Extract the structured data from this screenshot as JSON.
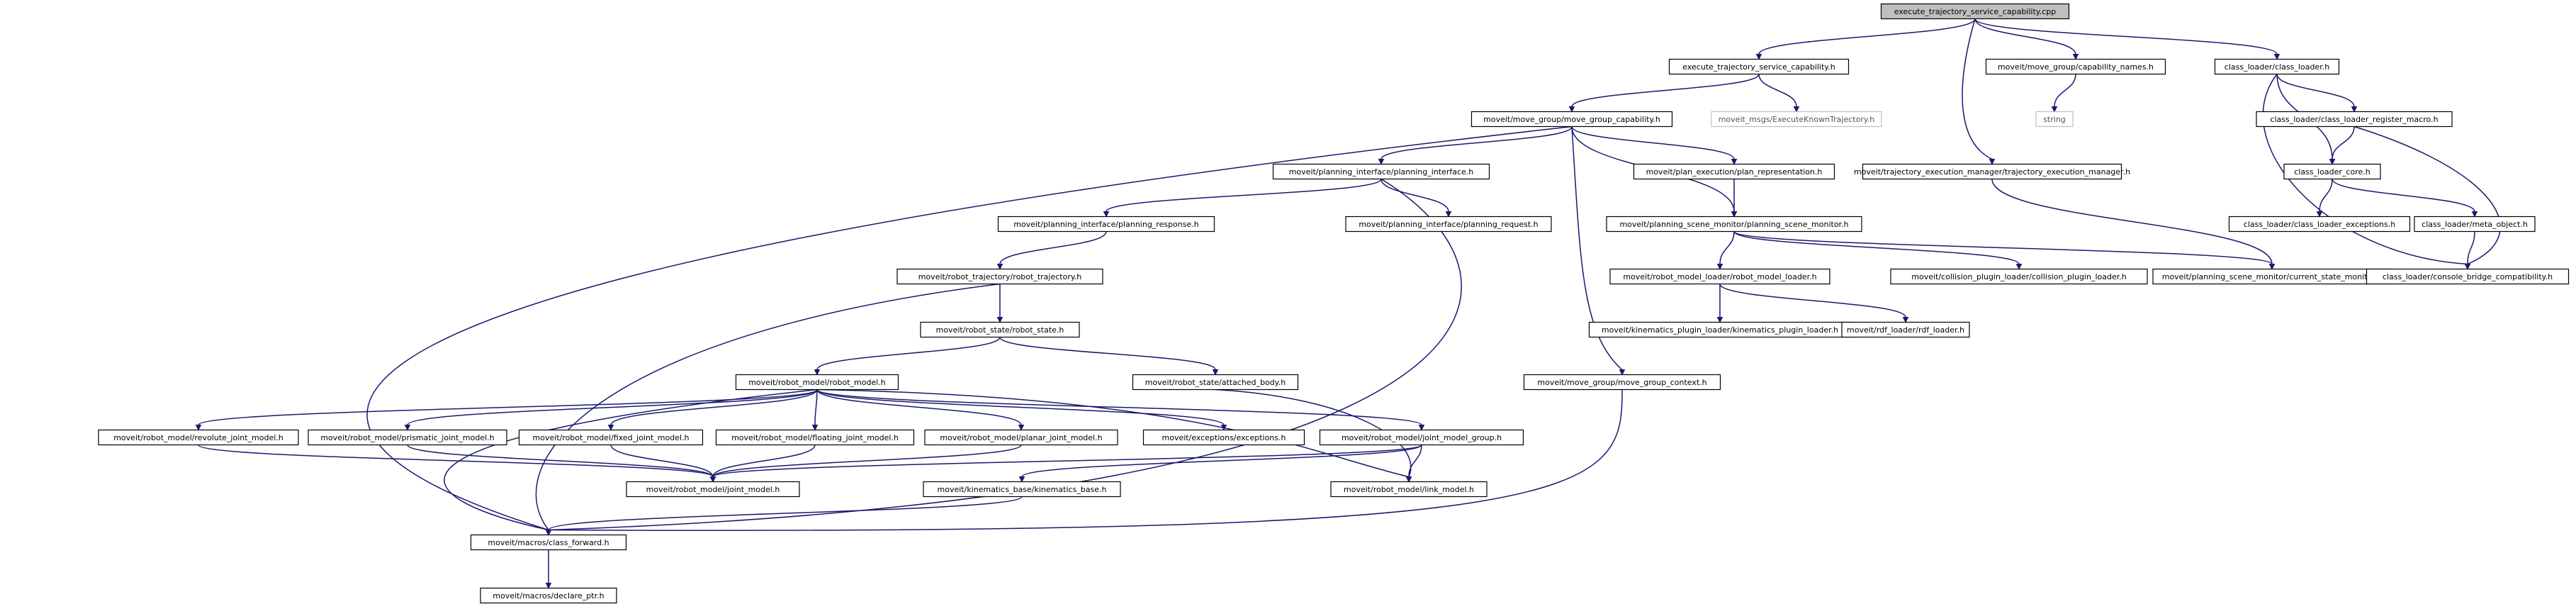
{
  "diagram": {
    "kind": "include-dependency-graph",
    "colors": {
      "edge": "#191970",
      "root_fill": "#bfbfbf",
      "node_fill": "#ffffff",
      "node_border": "#000000",
      "external_border": "#bfbfbf"
    },
    "nodes": [
      {
        "id": "n0",
        "label": "execute_trajectory_service_capability.cpp",
        "role": "root"
      },
      {
        "id": "n1",
        "label": "execute_trajectory_service_capability.h"
      },
      {
        "id": "n2",
        "label": "moveit/move_group/capability_names.h"
      },
      {
        "id": "n3",
        "label": "class_loader/class_loader.h"
      },
      {
        "id": "n4",
        "label": "moveit/move_group/move_group_capability.h"
      },
      {
        "id": "n5",
        "label": "moveit_msgs/ExecuteKnownTrajectory.h",
        "role": "external"
      },
      {
        "id": "n6",
        "label": "string",
        "role": "external"
      },
      {
        "id": "n7",
        "label": "class_loader/class_loader_register_macro.h"
      },
      {
        "id": "n8",
        "label": "moveit/planning_interface/planning_interface.h"
      },
      {
        "id": "n9",
        "label": "moveit/plan_execution/plan_representation.h"
      },
      {
        "id": "n10",
        "label": "moveit/trajectory_execution_manager/trajectory_execution_manager.h"
      },
      {
        "id": "n11",
        "label": "class_loader_core.h"
      },
      {
        "id": "n12",
        "label": "moveit/planning_interface/planning_response.h"
      },
      {
        "id": "n13",
        "label": "moveit/planning_interface/planning_request.h"
      },
      {
        "id": "n14",
        "label": "moveit/planning_scene_monitor/planning_scene_monitor.h"
      },
      {
        "id": "n15",
        "label": "class_loader/class_loader_exceptions.h"
      },
      {
        "id": "n16",
        "label": "class_loader/meta_object.h"
      },
      {
        "id": "n17",
        "label": "moveit/robot_trajectory/robot_trajectory.h"
      },
      {
        "id": "n18",
        "label": "moveit/robot_model_loader/robot_model_loader.h"
      },
      {
        "id": "n19",
        "label": "moveit/collision_plugin_loader/collision_plugin_loader.h"
      },
      {
        "id": "n20",
        "label": "moveit/planning_scene_monitor/current_state_monitor.h"
      },
      {
        "id": "n21",
        "label": "class_loader/console_bridge_compatibility.h"
      },
      {
        "id": "n22",
        "label": "moveit/robot_state/robot_state.h"
      },
      {
        "id": "n23",
        "label": "moveit/kinematics_plugin_loader/kinematics_plugin_loader.h"
      },
      {
        "id": "n24",
        "label": "moveit/rdf_loader/rdf_loader.h"
      },
      {
        "id": "n25",
        "label": "moveit/robot_model/robot_model.h"
      },
      {
        "id": "n26",
        "label": "moveit/robot_state/attached_body.h"
      },
      {
        "id": "n27",
        "label": "moveit/move_group/move_group_context.h"
      },
      {
        "id": "n28",
        "label": "moveit/robot_model/revolute_joint_model.h"
      },
      {
        "id": "n29",
        "label": "moveit/robot_model/prismatic_joint_model.h"
      },
      {
        "id": "n30",
        "label": "moveit/robot_model/fixed_joint_model.h"
      },
      {
        "id": "n31",
        "label": "moveit/robot_model/floating_joint_model.h"
      },
      {
        "id": "n32",
        "label": "moveit/robot_model/planar_joint_model.h"
      },
      {
        "id": "n33",
        "label": "moveit/exceptions/exceptions.h"
      },
      {
        "id": "n34",
        "label": "moveit/robot_model/joint_model_group.h"
      },
      {
        "id": "n35",
        "label": "moveit/robot_model/joint_model.h"
      },
      {
        "id": "n36",
        "label": "moveit/kinematics_base/kinematics_base.h"
      },
      {
        "id": "n37",
        "label": "moveit/robot_model/link_model.h"
      },
      {
        "id": "n38",
        "label": "moveit/macros/class_forward.h"
      },
      {
        "id": "n39",
        "label": "moveit/macros/declare_ptr.h"
      }
    ],
    "edges": [
      [
        "n0",
        "n1"
      ],
      [
        "n0",
        "n2"
      ],
      [
        "n0",
        "n3"
      ],
      [
        "n0",
        "n10"
      ],
      [
        "n1",
        "n4"
      ],
      [
        "n1",
        "n5"
      ],
      [
        "n2",
        "n6"
      ],
      [
        "n3",
        "n7"
      ],
      [
        "n3",
        "n11"
      ],
      [
        "n3",
        "n21"
      ],
      [
        "n7",
        "n11"
      ],
      [
        "n7",
        "n21"
      ],
      [
        "n11",
        "n15"
      ],
      [
        "n11",
        "n16"
      ],
      [
        "n16",
        "n21"
      ],
      [
        "n4",
        "n8"
      ],
      [
        "n4",
        "n9"
      ],
      [
        "n4",
        "n14"
      ],
      [
        "n4",
        "n27"
      ],
      [
        "n4",
        "n38"
      ],
      [
        "n8",
        "n12"
      ],
      [
        "n8",
        "n13"
      ],
      [
        "n8",
        "n38"
      ],
      [
        "n9",
        "n14"
      ],
      [
        "n10",
        "n20"
      ],
      [
        "n12",
        "n17"
      ],
      [
        "n14",
        "n18"
      ],
      [
        "n14",
        "n19"
      ],
      [
        "n14",
        "n20"
      ],
      [
        "n18",
        "n23"
      ],
      [
        "n18",
        "n24"
      ],
      [
        "n17",
        "n22"
      ],
      [
        "n17",
        "n38"
      ],
      [
        "n22",
        "n25"
      ],
      [
        "n22",
        "n26"
      ],
      [
        "n26",
        "n37"
      ],
      [
        "n27",
        "n38"
      ],
      [
        "n25",
        "n28"
      ],
      [
        "n25",
        "n29"
      ],
      [
        "n25",
        "n30"
      ],
      [
        "n25",
        "n31"
      ],
      [
        "n25",
        "n32"
      ],
      [
        "n25",
        "n33"
      ],
      [
        "n25",
        "n34"
      ],
      [
        "n25",
        "n37"
      ],
      [
        "n25",
        "n38"
      ],
      [
        "n28",
        "n35"
      ],
      [
        "n29",
        "n35"
      ],
      [
        "n30",
        "n35"
      ],
      [
        "n31",
        "n35"
      ],
      [
        "n32",
        "n35"
      ],
      [
        "n34",
        "n35"
      ],
      [
        "n34",
        "n36"
      ],
      [
        "n34",
        "n37"
      ],
      [
        "n36",
        "n38"
      ],
      [
        "n38",
        "n39"
      ]
    ]
  }
}
